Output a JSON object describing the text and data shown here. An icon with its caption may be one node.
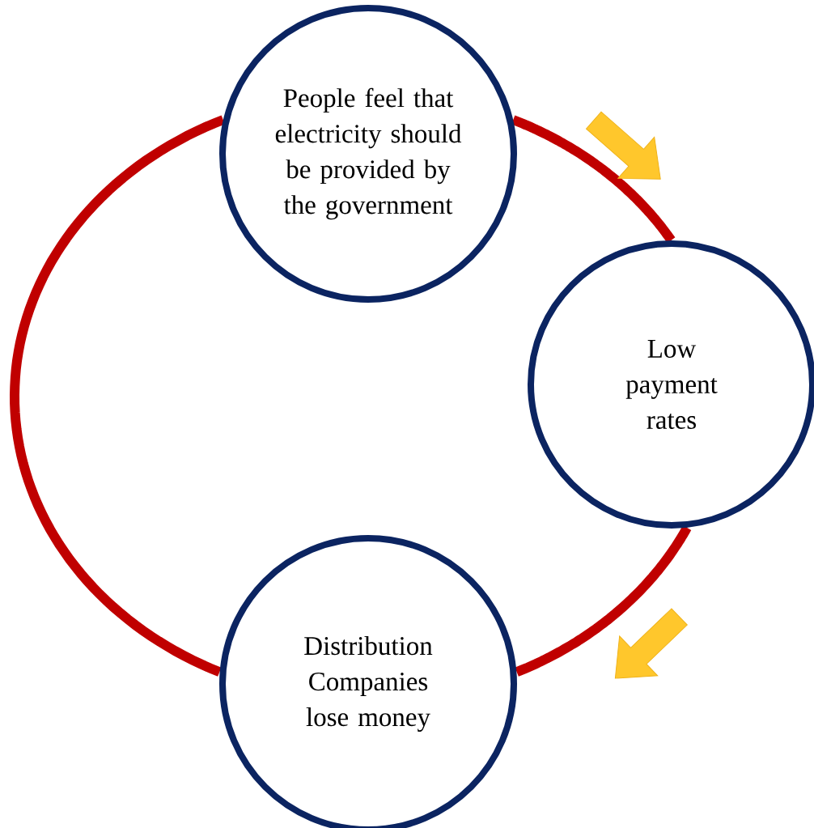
{
  "diagram": {
    "nodes": [
      {
        "text": [
          "People feel that electricity should be provided by the government"
        ]
      },
      {
        "text": [
          "Low payment rates"
        ]
      },
      {
        "text": [
          "Distribution Companies lose money"
        ]
      }
    ],
    "edges": [
      {
        "from": 0,
        "to": 1,
        "arrow": "none"
      },
      {
        "from": 1,
        "to": 2,
        "arrow": "none"
      },
      {
        "from": 2,
        "to": 0,
        "arrow": "none"
      }
    ]
  }
}
